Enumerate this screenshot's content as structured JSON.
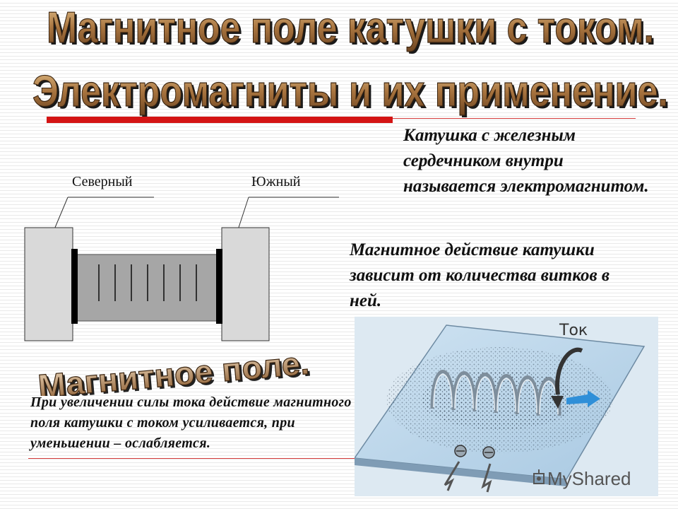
{
  "title": {
    "line1": "Магнитное поле катушки с током.",
    "line2": "Электромагниты и их применение."
  },
  "subtitle": "Магнитное поле.",
  "paragraphs": {
    "electromagnet_definition": "Катушка с железным сердечником внутри называется электромагнитом.",
    "turns_dependence": "Магнитное действие катушки зависит от количества витков в ней.",
    "current_dependence": "При увеличении силы тока действие магнитного поля катушки с током усиливается, при уменьшении – ослабляется."
  },
  "diagram": {
    "north_label": "Северный",
    "south_label": "Южный"
  },
  "photo": {
    "current_label": "Ток"
  },
  "watermark": "MyShared",
  "colors": {
    "title_fill": "#8a5a2e",
    "title_fill_light": "#c8a06a",
    "accent_red": "#d41414",
    "core_gray": "#a6a6a6",
    "pole_gray": "#d9d9d9",
    "arrow_blue": "#2f8fd8"
  }
}
